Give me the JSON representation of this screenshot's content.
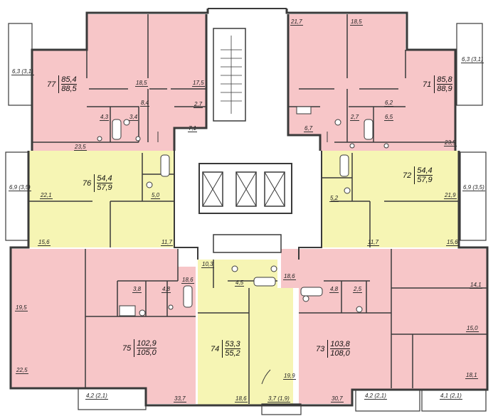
{
  "colors": {
    "large": "#f7c6c8",
    "medium": "#f6f5b4",
    "wall": "#3a3a3a",
    "common": "#ffffff"
  },
  "apartments": [
    {
      "id": "a77",
      "number": "77",
      "living": "85,4",
      "total": "88,5"
    },
    {
      "id": "a71",
      "number": "71",
      "living": "85,8",
      "total": "88,9"
    },
    {
      "id": "a76",
      "number": "76",
      "living": "54,4",
      "total": "57,9"
    },
    {
      "id": "a72",
      "number": "72",
      "living": "54,4",
      "total": "57,9"
    },
    {
      "id": "a75",
      "number": "75",
      "living": "102,9",
      "total": "105,0"
    },
    {
      "id": "a74",
      "number": "74",
      "living": "53,3",
      "total": "55,2"
    },
    {
      "id": "a73",
      "number": "73",
      "living": "103,8",
      "total": "108,0"
    }
  ],
  "rooms": [
    {
      "id": "r1",
      "text": "6,3 (3,1)"
    },
    {
      "id": "r2",
      "text": "18,5"
    },
    {
      "id": "r3",
      "text": "17,5"
    },
    {
      "id": "r4",
      "text": "8,4"
    },
    {
      "id": "r5",
      "text": "2,7"
    },
    {
      "id": "r6",
      "text": "4,3"
    },
    {
      "id": "r7",
      "text": "3,4"
    },
    {
      "id": "r8",
      "text": "7,1"
    },
    {
      "id": "r9",
      "text": "23,5"
    },
    {
      "id": "r10",
      "text": "21,7"
    },
    {
      "id": "r11",
      "text": "18,5"
    },
    {
      "id": "r12",
      "text": "6,3 (3,1)"
    },
    {
      "id": "r13",
      "text": "6,2"
    },
    {
      "id": "r14",
      "text": "2,7"
    },
    {
      "id": "r15",
      "text": "6,5"
    },
    {
      "id": "r16",
      "text": "6,7"
    },
    {
      "id": "r17",
      "text": "23,5"
    },
    {
      "id": "r18",
      "text": "6,9 (3,5)"
    },
    {
      "id": "r19",
      "text": "22,1"
    },
    {
      "id": "r20",
      "text": "5,0"
    },
    {
      "id": "r21",
      "text": "15,6"
    },
    {
      "id": "r22",
      "text": "11,7"
    },
    {
      "id": "r23",
      "text": "5,2"
    },
    {
      "id": "r24",
      "text": "21,9"
    },
    {
      "id": "r25",
      "text": "6,9 (3,5)"
    },
    {
      "id": "r26",
      "text": "11,7"
    },
    {
      "id": "r27",
      "text": "15,6"
    },
    {
      "id": "r28",
      "text": "10,3"
    },
    {
      "id": "r29",
      "text": "18,6"
    },
    {
      "id": "r30",
      "text": "3,8"
    },
    {
      "id": "r31",
      "text": "4,8"
    },
    {
      "id": "r32",
      "text": "19,5"
    },
    {
      "id": "r33",
      "text": "4,5"
    },
    {
      "id": "r34",
      "text": "18,6"
    },
    {
      "id": "r35",
      "text": "4,8"
    },
    {
      "id": "r36",
      "text": "2,5"
    },
    {
      "id": "r37",
      "text": "14,1"
    },
    {
      "id": "r38",
      "text": "15,0"
    },
    {
      "id": "r39",
      "text": "22,5"
    },
    {
      "id": "r40",
      "text": "19,9"
    },
    {
      "id": "r41",
      "text": "18,1"
    },
    {
      "id": "r42",
      "text": "4,2 (2,1)"
    },
    {
      "id": "r43",
      "text": "33,7"
    },
    {
      "id": "r44",
      "text": "18,6"
    },
    {
      "id": "r45",
      "text": "3,7 (1,9)"
    },
    {
      "id": "r46",
      "text": "30,7"
    },
    {
      "id": "r47",
      "text": "4,2 (2,1)"
    },
    {
      "id": "r48",
      "text": "4,1 (2,1)"
    }
  ]
}
